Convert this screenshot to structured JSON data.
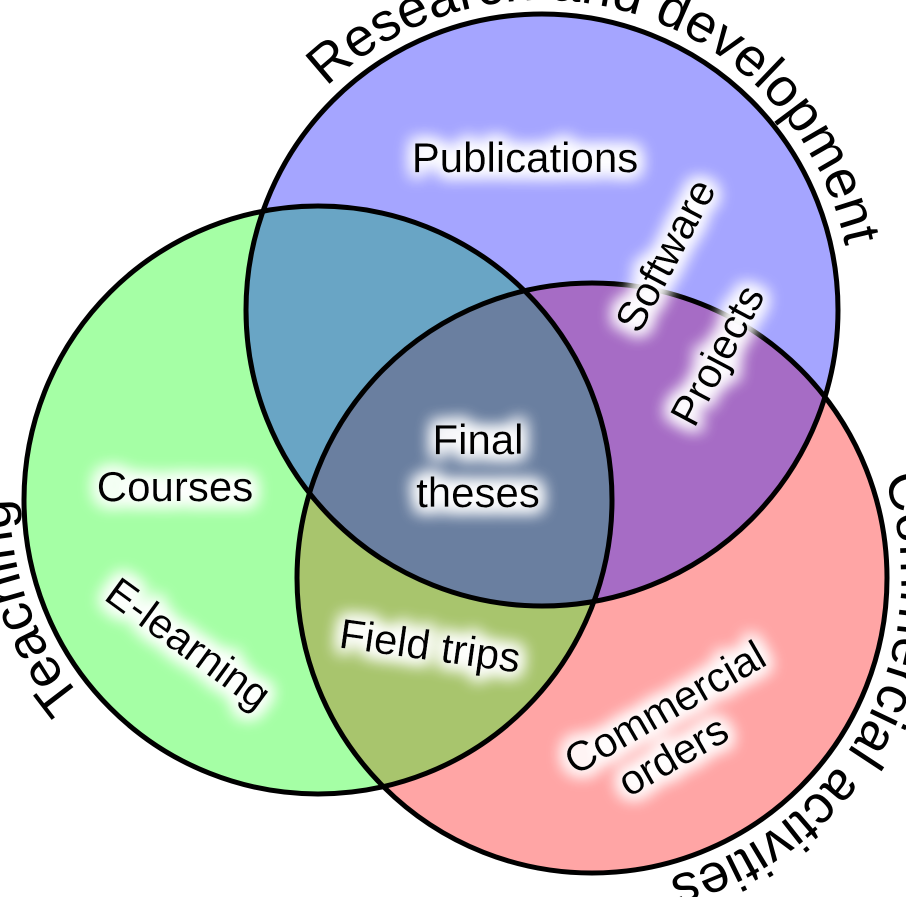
{
  "diagram": {
    "type": "venn",
    "sets": [
      {
        "id": "rd",
        "label": "Research and development",
        "color": "#a5a5ff"
      },
      {
        "id": "teaching",
        "label": "Teaching",
        "color": "#a5ffa5"
      },
      {
        "id": "commercial",
        "label": "Commercial activities",
        "color": "#ffa5a5"
      }
    ],
    "overlap_colors": {
      "rd_teaching": "#69a5c5",
      "rd_commercial": "#a66cc5",
      "teaching_commercial": "#a8c56d",
      "all": "#6a7fa0"
    },
    "labels": {
      "publications": "Publications",
      "software": "Software",
      "projects": "Projects",
      "courses": "Courses",
      "e_learning": "E-learning",
      "final": "Final",
      "theses": "theses",
      "field_trips": "Field trips",
      "commercial": "Commercial",
      "orders": "orders"
    }
  }
}
